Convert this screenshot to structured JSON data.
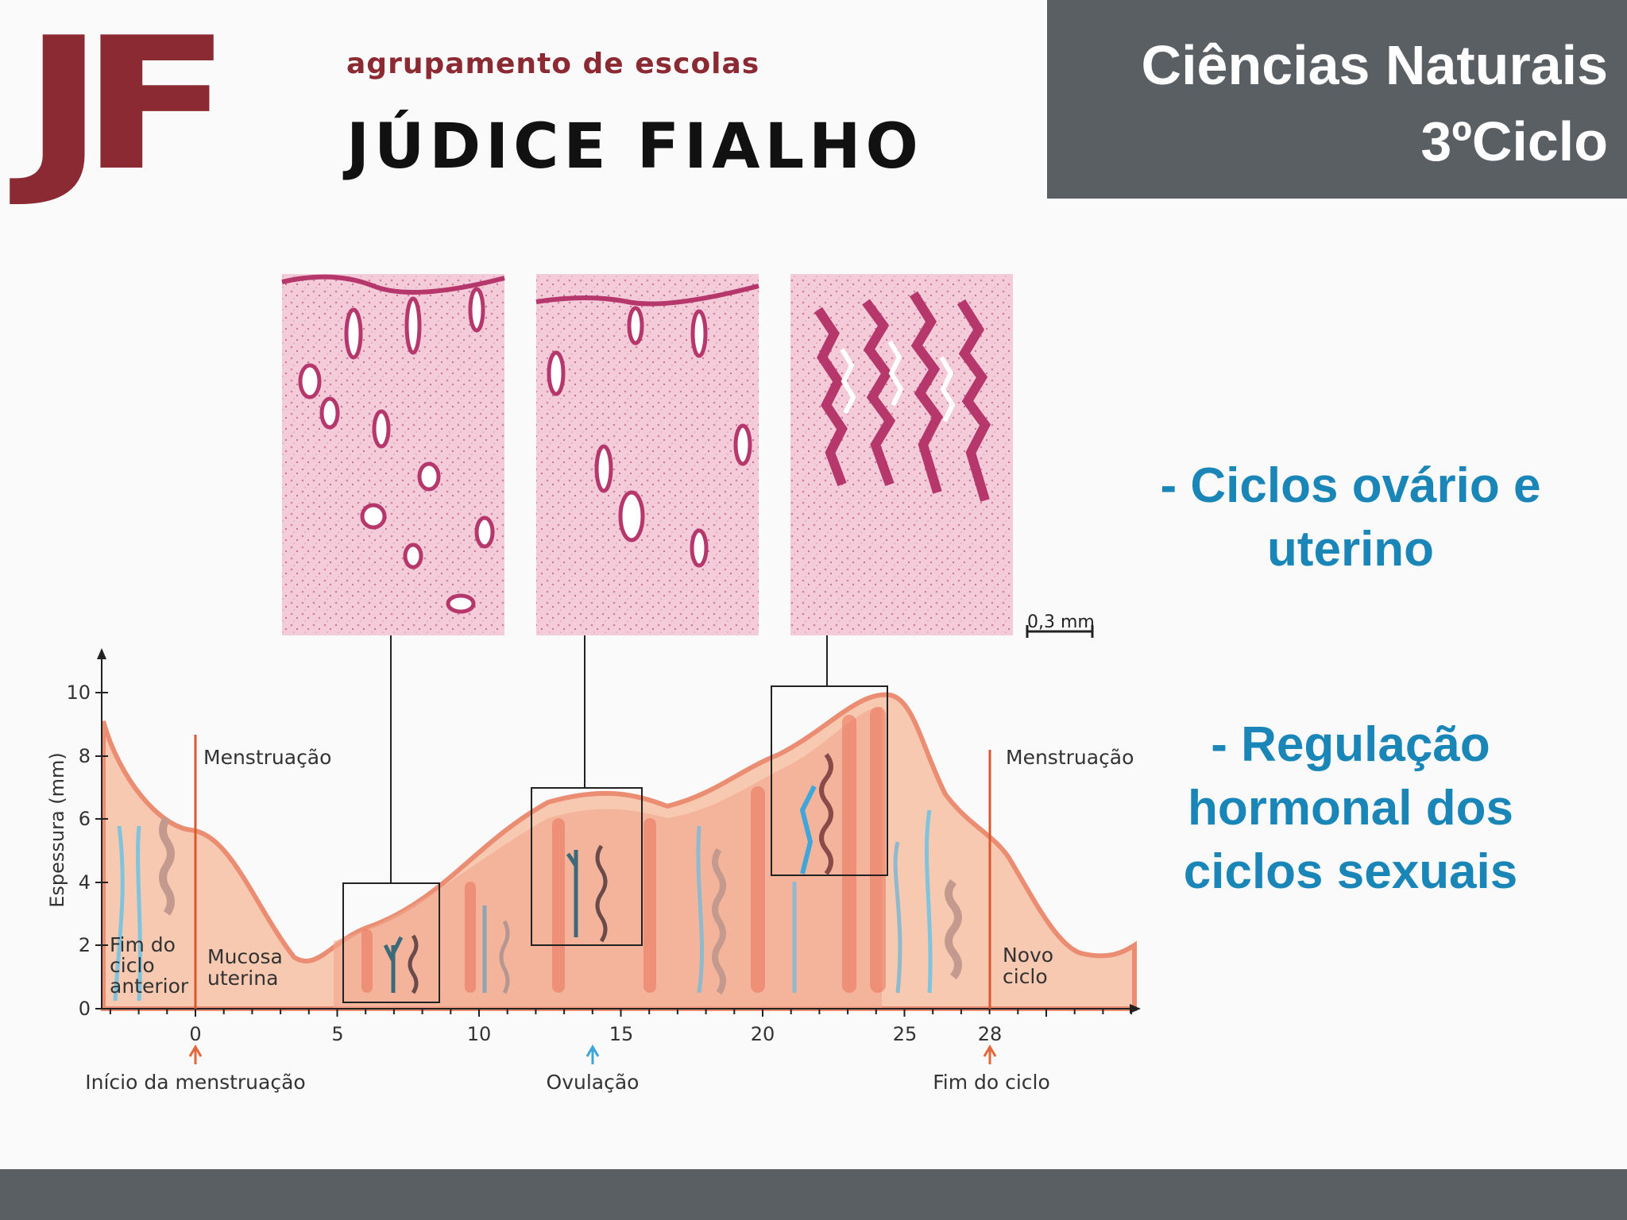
{
  "header": {
    "logo_letters": "JF",
    "logo_subtitle": "agrupamento de escolas",
    "logo_name": "JÚDICE FIALHO",
    "title_line1": "Ciências Naturais",
    "title_line2": "3ºCiclo"
  },
  "topics": {
    "topic1": "- Ciclos ovário e uterino",
    "topic2": "- Regulação hormonal dos ciclos sexuais"
  },
  "figure": {
    "scale_label": "0,3 mm",
    "y_axis_label": "Espessura (mm)",
    "y_ticks": [
      "0",
      "2",
      "4",
      "6",
      "8",
      "10"
    ],
    "x_ticks": [
      "0",
      "5",
      "10",
      "15",
      "20",
      "25",
      "28"
    ],
    "menstruacao_left": "Menstruação",
    "menstruacao_right": "Menstruação",
    "fim_ciclo_anterior": [
      "Fim do",
      "ciclo",
      "anterior"
    ],
    "mucosa_uterina": [
      "Mucosa",
      "uterina"
    ],
    "novo_ciclo": [
      "Novo",
      "ciclo"
    ],
    "inicio_menstruacao": "Início da menstruação",
    "ovulacao": "Ovulação",
    "fim_do_ciclo": "Fim do ciclo",
    "colors": {
      "tissue": "#f7c9b0",
      "tissue_dark": "#e8735a",
      "vessel": "#7fc4dc",
      "menstruation_line": "#d9582e",
      "ovulation_arrow": "#3ea6d8",
      "micrograph_bg": "#f2c6d4",
      "gland": "#b5376b"
    }
  }
}
